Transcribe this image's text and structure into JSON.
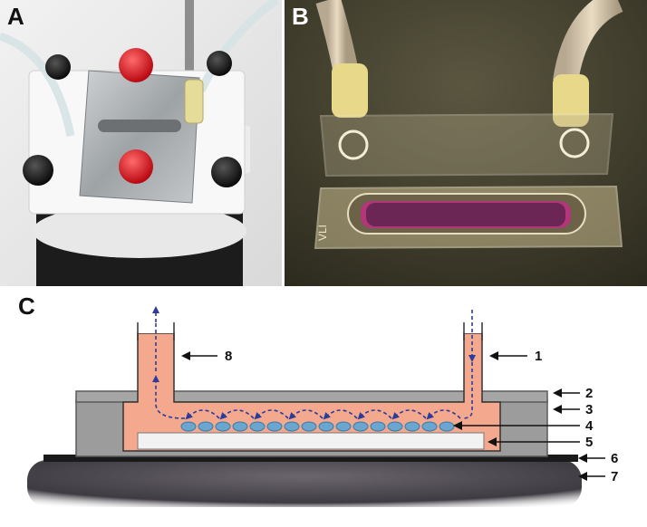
{
  "panels": {
    "a": {
      "label": "A"
    },
    "b": {
      "label": "B"
    },
    "c": {
      "label": "C"
    }
  },
  "photo_b": {
    "slide_engraving": "VLI"
  },
  "callouts": [
    "1",
    "2",
    "3",
    "4",
    "5",
    "6",
    "7",
    "8"
  ],
  "colors": {
    "medium": "#f4a98e",
    "chamber_frame": "#9c9c9c",
    "lid": "#a6a6a6",
    "glass_slide": "#f2f2f2",
    "cells": "#6aa6cf",
    "flow_arrows": "#2c3c9a",
    "stage": "#545057"
  }
}
